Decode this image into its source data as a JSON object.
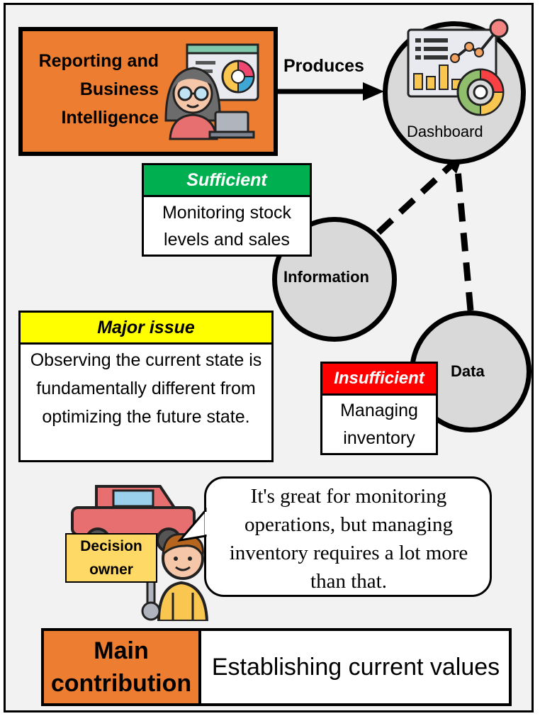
{
  "producer": {
    "title": "Reporting and Business Intelligence",
    "relation": "Produces"
  },
  "nodes": {
    "dashboard": "Dashboard",
    "information": "Information",
    "data": "Data"
  },
  "cards": {
    "sufficient": {
      "heading": "Sufficient",
      "body": "Monitoring stock levels and sales",
      "color": "#00b050"
    },
    "major_issue": {
      "heading": "Major issue",
      "body": "Observing the current state is fundamentally different from optimizing the future state.",
      "color": "#ffff00"
    },
    "insufficient": {
      "heading": "Insufficient",
      "body": "Managing inventory",
      "color": "#ff0000"
    }
  },
  "speech": {
    "quote": "It's great for monitoring operations, but managing inventory requires a lot more than that.",
    "speaker_tag": "Decision owner"
  },
  "summary": {
    "label": "Main contribution",
    "value": "Establishing current values"
  },
  "colors": {
    "accent_orange": "#ed7d31",
    "node_gray": "#d9d9d9",
    "tag_yellow": "#ffd966"
  },
  "icons": [
    "analyst-dashboard-icon",
    "dashboard-charts-icon",
    "mechanic-car-icon"
  ]
}
